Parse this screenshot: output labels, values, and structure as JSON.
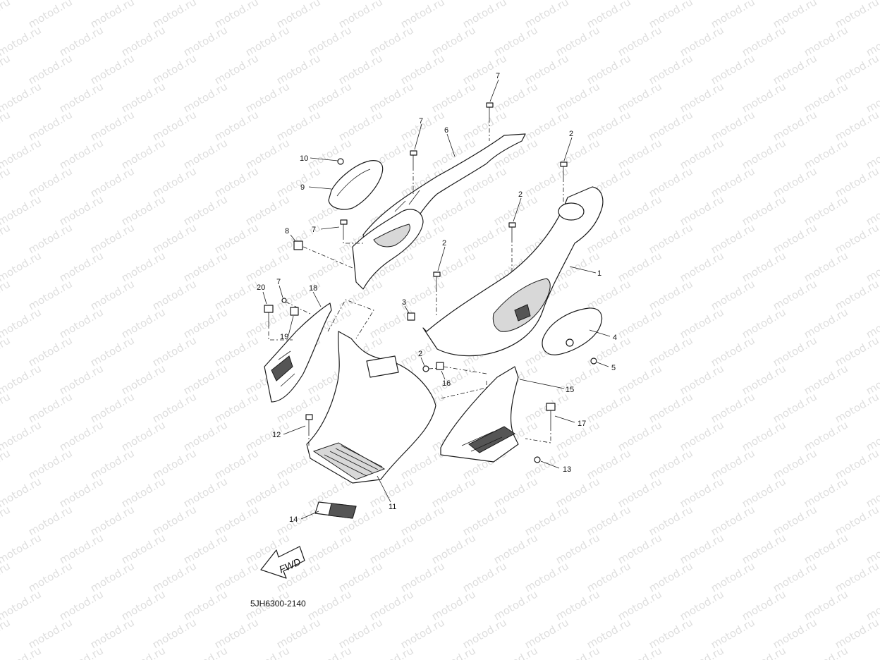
{
  "diagram": {
    "drawing_code": "5JH6300-2140",
    "direction_label": "FWD",
    "watermark_text": "motod.ru",
    "callouts": [
      "7",
      "7",
      "6",
      "2",
      "10",
      "9",
      "2",
      "7",
      "8",
      "2",
      "1",
      "20",
      "7",
      "18",
      "3",
      "19",
      "4",
      "5",
      "2",
      "16",
      "15",
      "12",
      "17",
      "13",
      "11",
      "14"
    ]
  }
}
